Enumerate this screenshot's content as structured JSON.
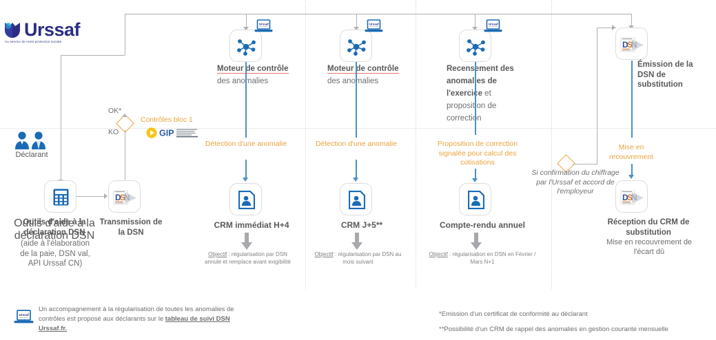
{
  "brand": {
    "name": "Urssaf",
    "tagline": "Au service de notre protection sociale",
    "color": "#2c2e83"
  },
  "colors": {
    "orange": "#e8a33d",
    "blue": "#1a6bb5",
    "line_blue": "#4a90c4",
    "line_grey": "#b0b0b0",
    "text_grey": "#58595b"
  },
  "actor": {
    "label": "Déclarant",
    "icon": "two-people-icon"
  },
  "decision_left": {
    "ok_label": "OK*",
    "ko_label": "KO",
    "controls_label": "Contrôles bloc 1",
    "partner_logo": "GIP",
    "partner_sub": "MDS-ENTREPRISES.FR"
  },
  "left_nodes": [
    {
      "icon": "calculator-icon",
      "title": "Outils d'aide à la déclaration DSN",
      "subtitle": "(aide à l'élaboration de la paie, DSN val, API Urssaf CN)"
    },
    {
      "icon": "dsn-icon",
      "title": "Transmission de la DSN",
      "subtitle": ""
    }
  ],
  "columns": [
    {
      "top_icon": "network-laptop-icon",
      "title_bold": "Moteur de contrôle",
      "title_rest": " des anomalies",
      "arrow_label": "Détection d'une anomalie",
      "mid_icon": "crm-document-icon",
      "mid_title": "CRM immédiat H+4",
      "objective_label": "Objectif",
      "objective_text": " : régularisation par DSN annule et remplace avant exigibilité"
    },
    {
      "top_icon": "network-laptop-icon",
      "title_bold": "Moteur de contrôle",
      "title_rest": " des anomalies",
      "arrow_label": "Détection d'une anomalie",
      "mid_icon": "crm-document-icon",
      "mid_title": "CRM J+5**",
      "objective_label": "Objectif",
      "objective_text": " : régularisation par DSN au mois suivant"
    },
    {
      "top_icon": "network-laptop-icon",
      "title_bold": "Recensement des anomalies de l'exercice",
      "title_rest": " et proposition de correction",
      "arrow_label": "Proposition de correction signalée pour calcul des cotisations",
      "mid_icon": "crm-document-icon",
      "mid_title": "Compte-rendu annuel",
      "objective_label": "Objectif",
      "objective_text": " : régularisation en DSN en Février / Mars N+1"
    }
  ],
  "right": {
    "top_icon": "dsn-icon",
    "top_title": "Émission de la DSN de substitution",
    "condition_text": "Si confirmation du chiffrage par l'Urssaf et accord de l'employeur",
    "condition_bold": "accord de l'employeur",
    "arrow_label": "Mise en recouvrement",
    "bottom_icon": "dsn-icon",
    "bottom_title": "Réception du CRM de substitution",
    "bottom_subtitle": "Mise en recouvrement de l'écart dû"
  },
  "footnotes": {
    "left_icon": "laptop-icon",
    "left_text_a": "Un accompagnement à la régularisation de toutes les anomalies de contrôles est proposé aux déclarants sur le ",
    "left_link": "tableau de suivi DSN Urssaf.fr.",
    "right_a": "*Emission d'un certificat de conformité au déclarant",
    "right_b": "**Possibilité d'un CRM de rappel des anomalies en gestion courante mensuelle"
  }
}
